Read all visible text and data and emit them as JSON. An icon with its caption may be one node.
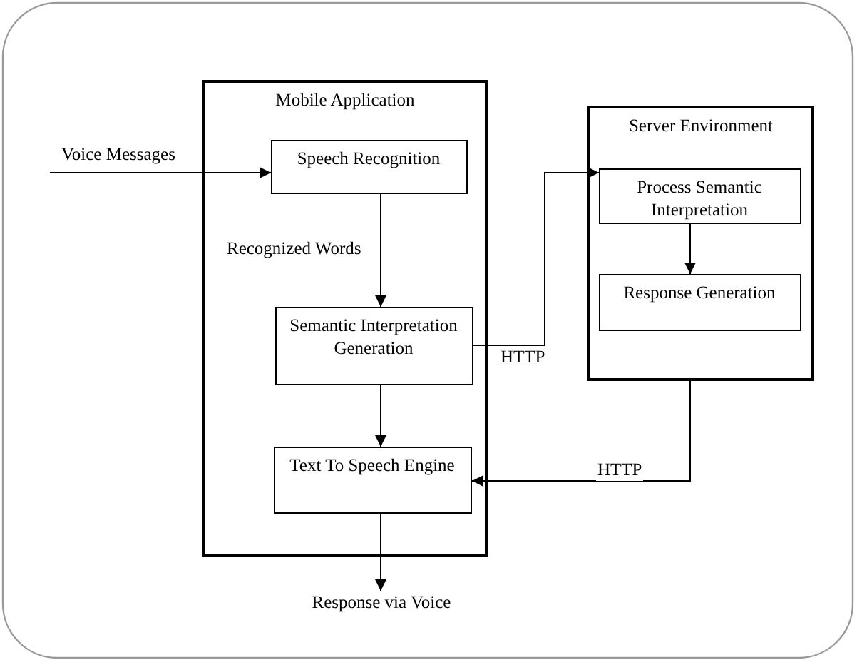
{
  "diagram": {
    "nodes": [
      {
        "text": [
          "Mobile Application"
        ]
      },
      {
        "text": [
          "Speech Recognition"
        ],
        "in": 0
      },
      {
        "text": [
          "Semantic Interpretation Generation"
        ],
        "in": 0
      },
      {
        "text": [
          "Text To Speech Engine"
        ],
        "in": 0
      },
      {
        "text": [
          "Server Environment"
        ]
      },
      {
        "text": [
          "Process Semantic Interpretation"
        ],
        "in": 4
      },
      {
        "text": [
          "Response Generation"
        ],
        "in": 4
      },
      {
        "text": [
          "Response via Voice"
        ]
      }
    ],
    "edges": [
      {
        "from": null,
        "to": 1,
        "arrow": "to",
        "label": "Voice Messages"
      },
      {
        "from": 1,
        "to": 2,
        "arrow": "to",
        "label": "Recognized Words"
      },
      {
        "from": 2,
        "to": 5,
        "arrow": "to",
        "label": "HTTP"
      },
      {
        "from": 5,
        "to": 6,
        "arrow": "to"
      },
      {
        "from": 2,
        "to": 3,
        "arrow": "to"
      },
      {
        "from": 4,
        "to": 3,
        "arrow": "to",
        "label": "HTTP"
      },
      {
        "from": 3,
        "to": 7,
        "arrow": "to"
      }
    ]
  }
}
